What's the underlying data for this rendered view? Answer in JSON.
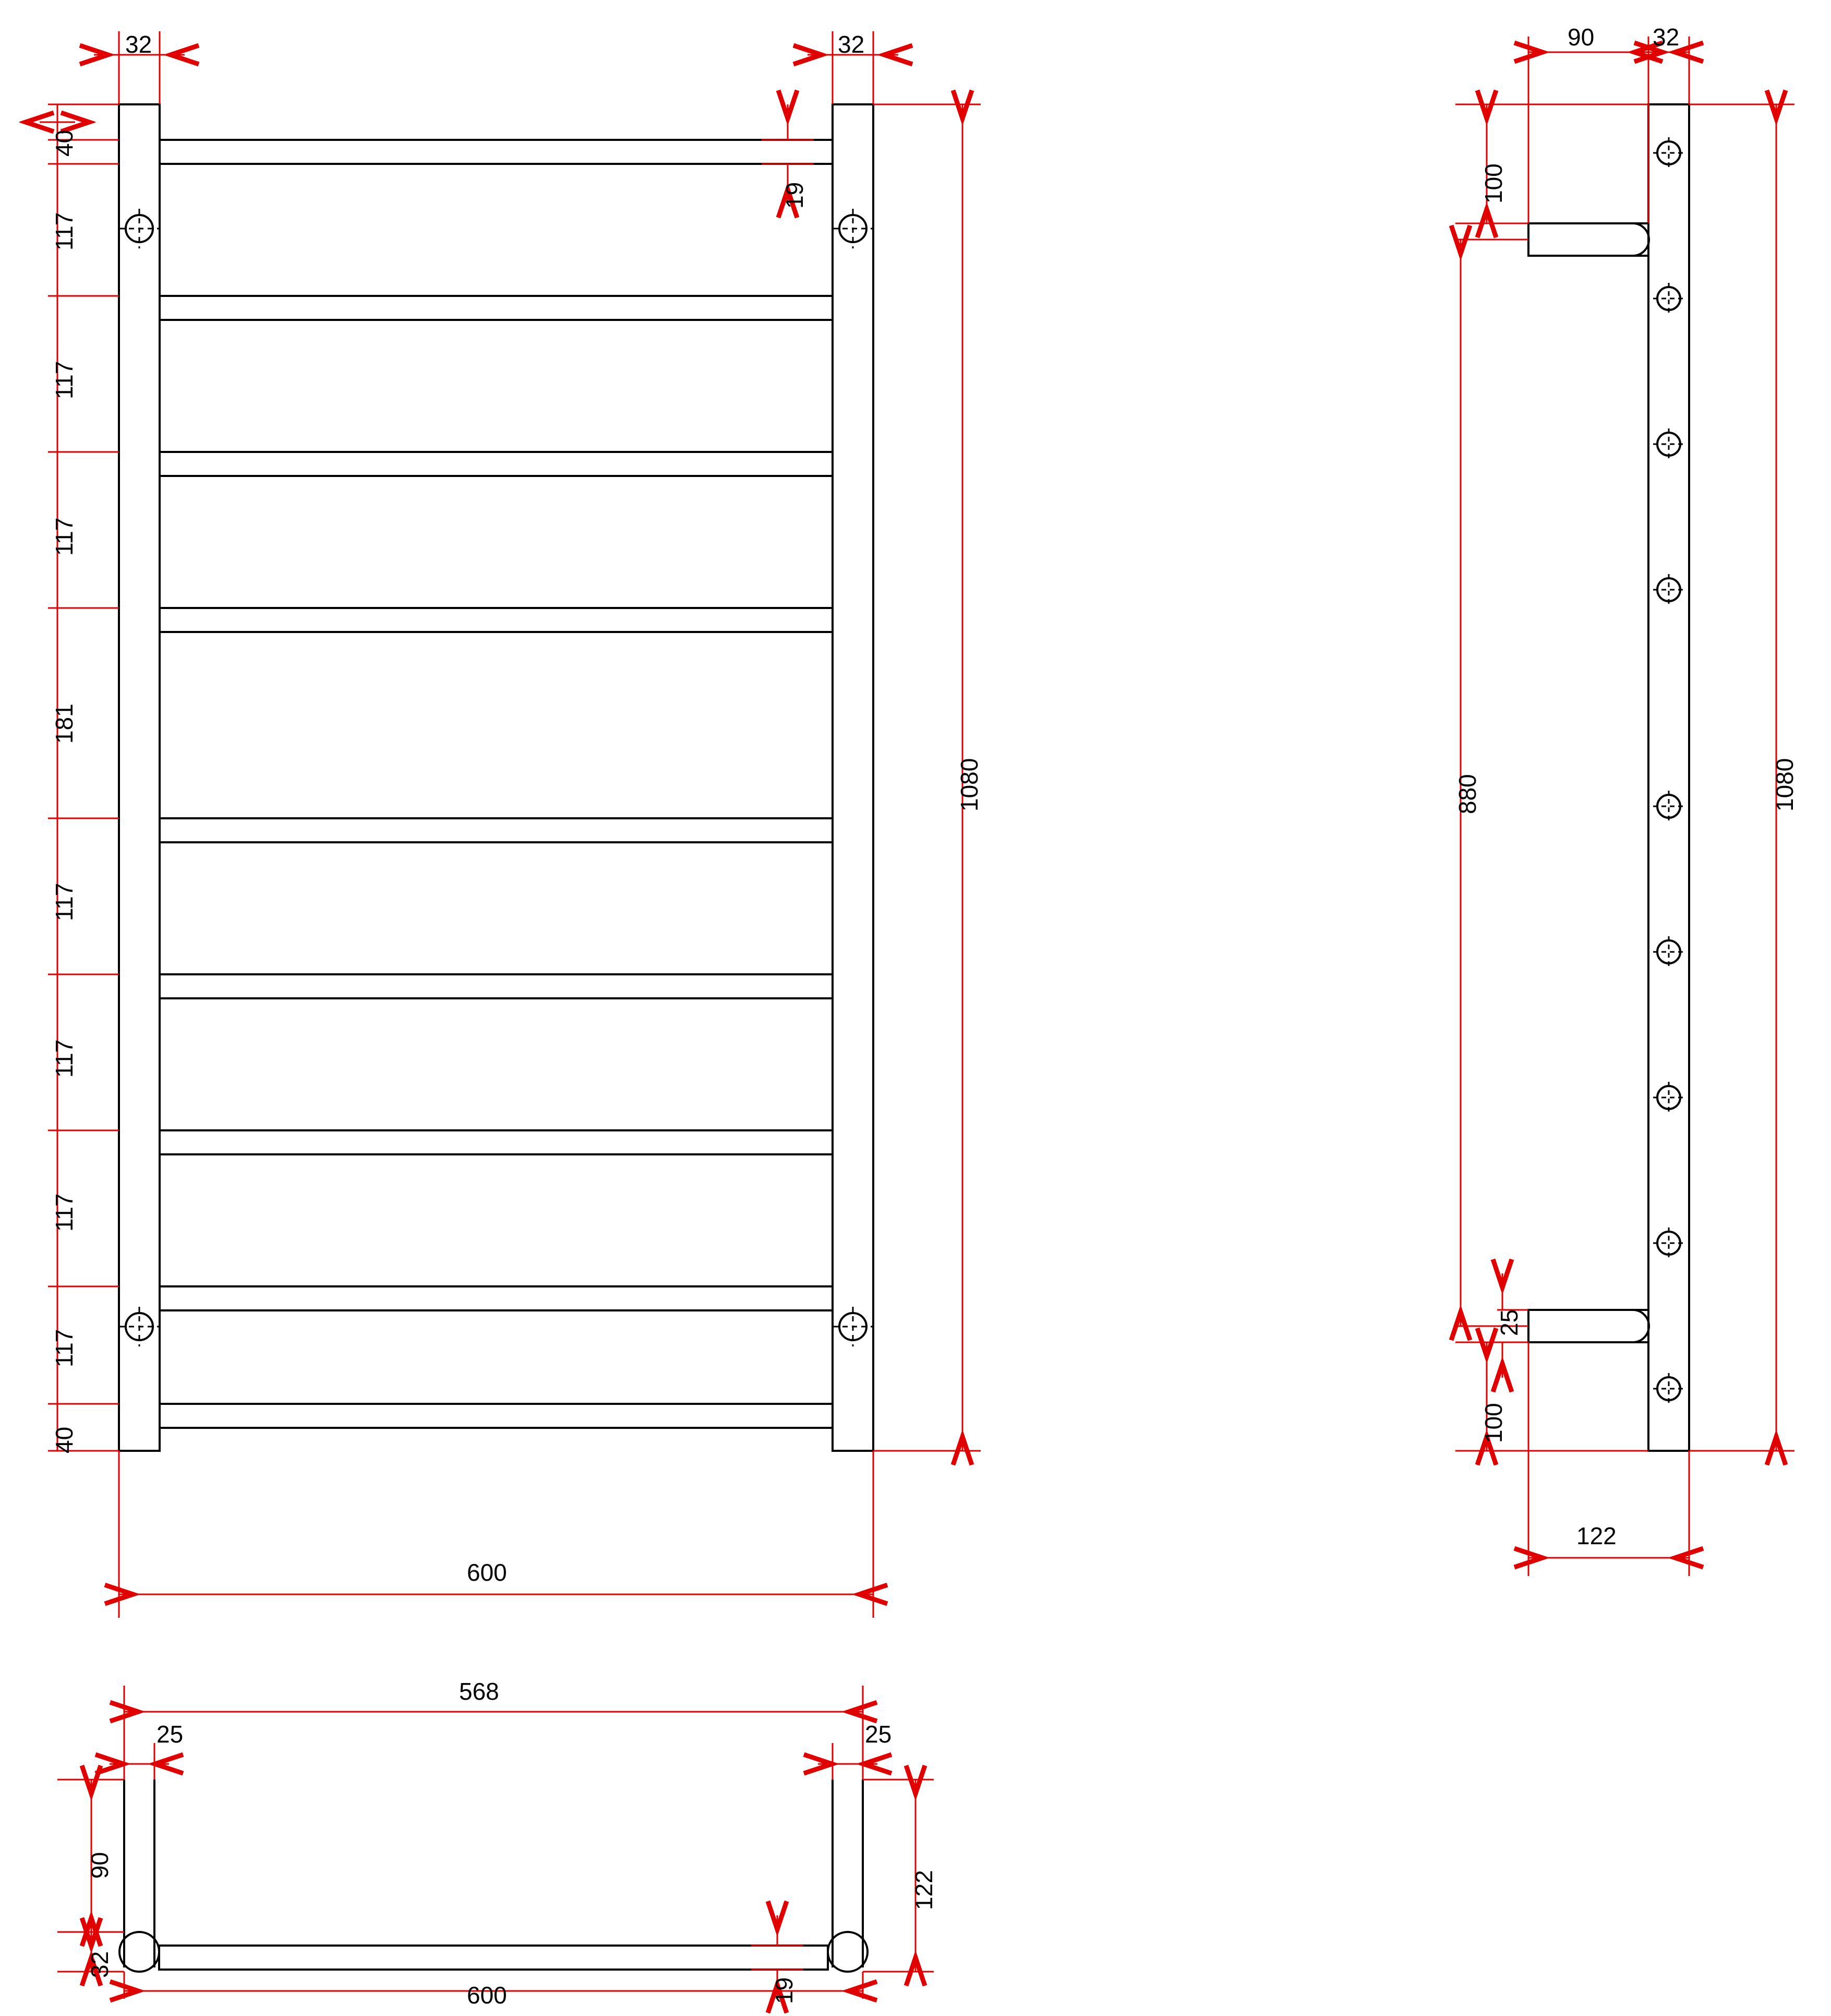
{
  "drawing": {
    "title": "Heated towel rail technical drawing",
    "units": "mm",
    "colors": {
      "outline": "#000000",
      "dimension": "#e00000",
      "background": "#ffffff"
    },
    "views": [
      {
        "name": "front-elevation",
        "overall_width": "600",
        "overall_height": "1080",
        "post_width": "32",
        "bar_thickness": "19",
        "top_offset": "40",
        "bottom_offset": "40",
        "bar_spacings": [
          "117",
          "117",
          "117",
          "181",
          "117",
          "117",
          "117",
          "117"
        ]
      },
      {
        "name": "side-elevation",
        "overall_height": "1080",
        "bracket_spacing": "880",
        "bracket_top_offset": "100",
        "bracket_bottom_offset": "100",
        "bracket_projection": "122",
        "wall_plate_width": "90",
        "post_depth": "32",
        "bracket_thickness": "25"
      },
      {
        "name": "plan-view",
        "overall_width": "600",
        "inner_width": "568",
        "projection": "122",
        "wall_plate_depth": "90",
        "post_size": "32",
        "bar_thickness": "19",
        "left_offset": "25",
        "right_offset": "25"
      }
    ],
    "labels": {
      "front": {
        "top_post_left": "32",
        "top_post_right": "32",
        "bar_thickness": "19",
        "overall_height": "1080",
        "overall_width": "600",
        "stack": [
          "40",
          "117",
          "117",
          "117",
          "181",
          "117",
          "117",
          "117",
          "117",
          "40"
        ]
      },
      "side": {
        "plate_width": "90",
        "post_depth": "32",
        "top_offset": "100",
        "centres": "880",
        "bracket_thickness": "25",
        "bottom_offset": "100",
        "overall_height": "1080",
        "projection": "122"
      },
      "plan": {
        "inner_width": "568",
        "left_offset": "25",
        "right_offset": "25",
        "plate_depth": "90",
        "post_size": "32",
        "projection": "122",
        "bar_thickness": "19",
        "overall_width": "600"
      }
    }
  }
}
